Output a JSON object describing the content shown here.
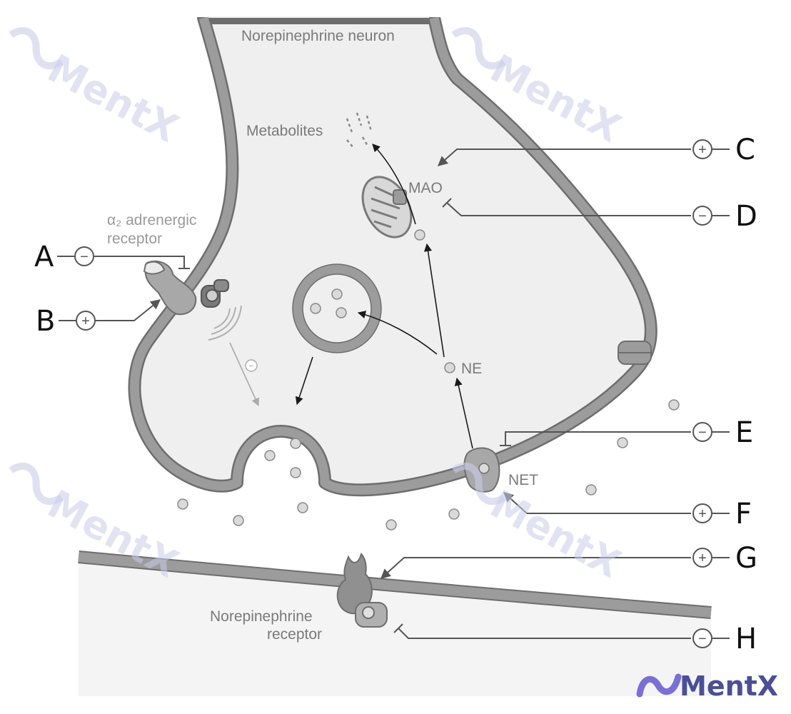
{
  "labels": {
    "neuron": "Norepinephrine neuron",
    "metabolites": "Metabolites",
    "mao": "MAO",
    "alpha2_line1": "α₂ adrenergic",
    "alpha2_line2": "receptor",
    "ne": "NE",
    "net": "NET",
    "receptor_line1": "Norepinephrine",
    "receptor_line2": "receptor",
    "inhibit_sign": "−"
  },
  "callouts": [
    {
      "letter": "A",
      "sign": "−"
    },
    {
      "letter": "B",
      "sign": "+"
    },
    {
      "letter": "C",
      "sign": "+"
    },
    {
      "letter": "D",
      "sign": "−"
    },
    {
      "letter": "E",
      "sign": "−"
    },
    {
      "letter": "F",
      "sign": "+"
    },
    {
      "letter": "G",
      "sign": "+"
    },
    {
      "letter": "H",
      "sign": "−"
    }
  ],
  "watermark": "MentX",
  "logo": "MentX",
  "colors": {
    "membrane": "#9c9c9c",
    "membrane_edge": "#6e6e6e",
    "cytoplasm": "#efefef",
    "postsynaptic": "#f4f4f4",
    "molecule": "#dadada",
    "arrow": "#1a1a1a",
    "callout": "#555555",
    "logo_accent": "#7a6fd8"
  }
}
